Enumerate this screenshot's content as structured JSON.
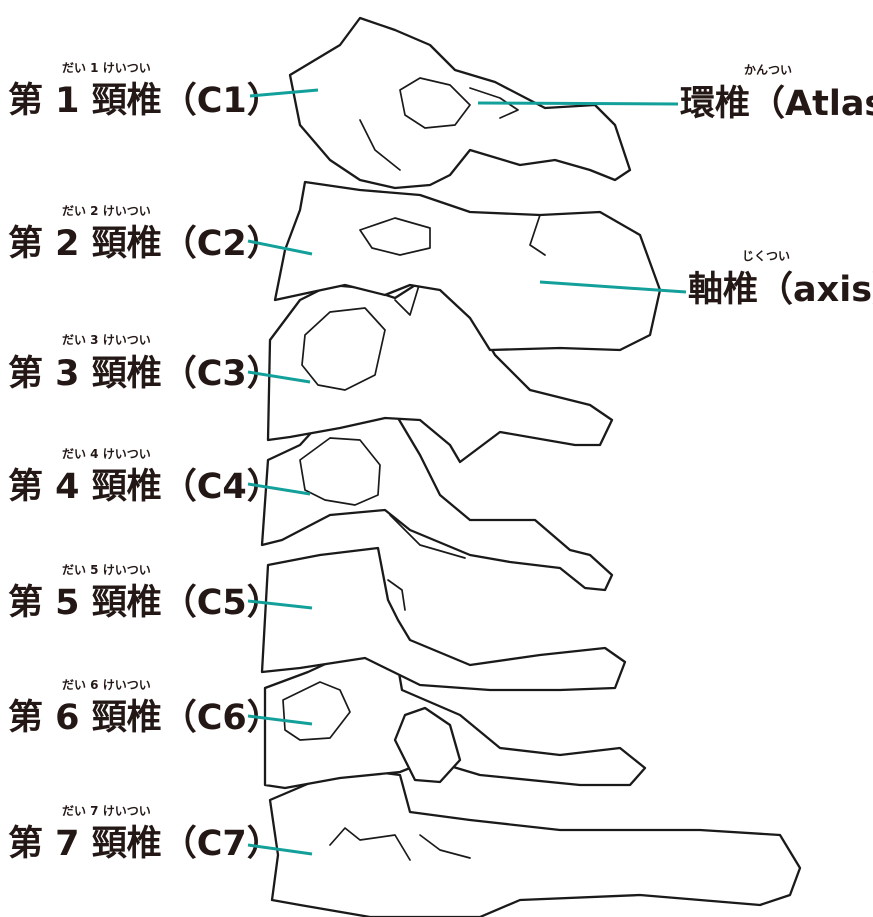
{
  "title": "",
  "labels": {
    "c1": {
      "ruby": "だい 1 けいつい",
      "text": "第 1 頸椎（C1）"
    },
    "c2": {
      "ruby": "だい 2 けいつい",
      "text": "第 2 頸椎（C2）"
    },
    "c3": {
      "ruby": "だい 3 けいつい",
      "text": "第 3 頸椎（C3）"
    },
    "c4": {
      "ruby": "だい 4 けいつい",
      "text": "第 4 頸椎（C4）"
    },
    "c5": {
      "ruby": "だい 5 けいつい",
      "text": "第 5 頸椎（C5）"
    },
    "c6": {
      "ruby": "だい 6 けいつい",
      "text": "第 6 頸椎（C6）"
    },
    "c7": {
      "ruby": "だい 7 けいつい",
      "text": "第 7 頸椎（C7）"
    },
    "atlas": {
      "ruby": "かんつい",
      "text": "環椎（Atlas）"
    },
    "axis": {
      "ruby": "じくつい",
      "text": "軸椎（axis）"
    }
  },
  "colors": {
    "leader": "#14a09a",
    "outline": "#1a1a1a",
    "text": "#231815",
    "background": "#ffffff"
  }
}
